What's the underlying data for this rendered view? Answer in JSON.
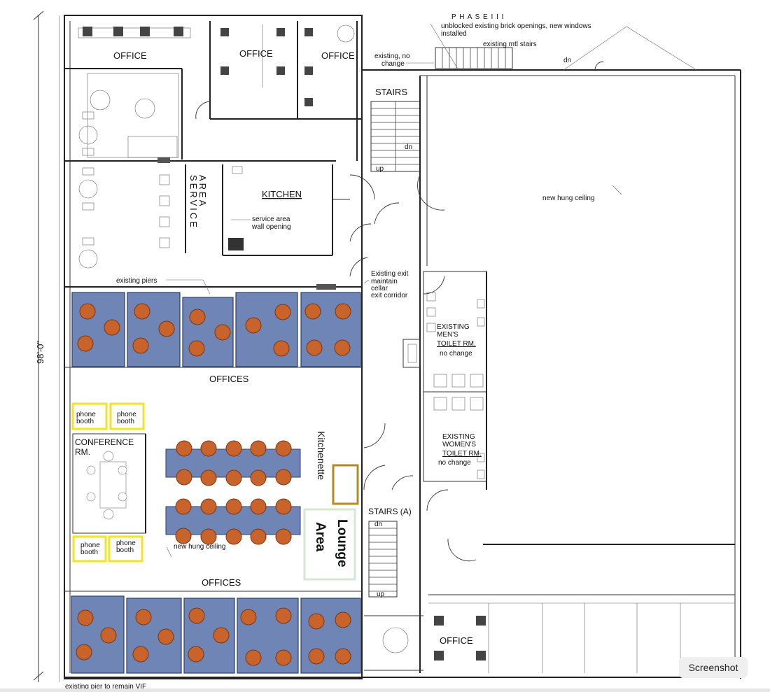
{
  "labels": {
    "phase": "P H A S E  I I I",
    "phase_note1": "unblocked existing brick openings, new windows",
    "phase_note2": "installed",
    "mtl_stairs": "existing mtl stairs",
    "no_change1": "existing, no",
    "no_change2": "change",
    "dn": "dn",
    "up": "up",
    "office": "OFFICE",
    "offices": "OFFICES",
    "stairs": "STAIRS",
    "stairs_a": "STAIRS (A)",
    "kitchen": "KITCHEN",
    "service": "SERVICE",
    "area": "AREA",
    "service_note1": "service area",
    "service_note2": "wall opening",
    "hung_ceiling": "new hung ceiling",
    "piers": "existing piers",
    "exit1": "Existing exit",
    "exit2": "maintain",
    "exit3": "cellar",
    "exit4": "exit corridor",
    "men1": "EXISTING",
    "men2": "MEN'S",
    "men3": "TOILET RM.",
    "women1": "EXISTING",
    "women2": "WOMEN'S",
    "women3": "TOILET  RM.",
    "nochange": "no change",
    "conf1": "CONFERENCE",
    "conf2": "RM.",
    "phone1": "phone",
    "phone2": "booth",
    "kitchenette": "Kitchenette",
    "lounge1": "Lounge",
    "lounge2": "Area",
    "dimension": "98'-0\"",
    "pier_remain": "existing pier to remain VIF",
    "screenshot": "Screenshot"
  },
  "colors": {
    "cubicle": "#6f85b5",
    "chair": "#c8632b",
    "phone_booth": "#f2e323",
    "kitchenette": "#b68a22",
    "lounge": "#d7e8d2"
  }
}
